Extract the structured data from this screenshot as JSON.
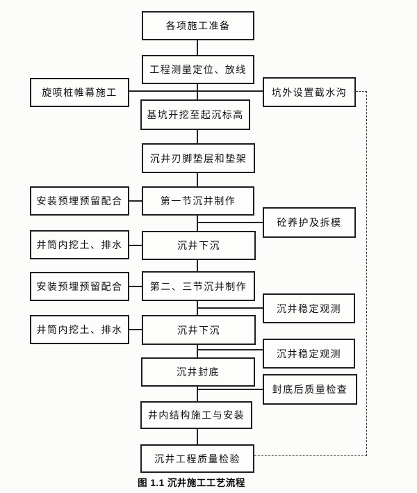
{
  "figure": {
    "caption": "图 1.1 沉井施工工艺流程"
  },
  "flowchart": {
    "type": "flowchart",
    "direction": "top-to-bottom",
    "main_steps": [
      "各项施工准备",
      "工程测量定位、放线",
      "基坑开挖至起沉标高",
      "沉井刃脚垫层和垫架",
      "第一节沉井制作",
      "沉井下沉",
      "第二、三节沉井制作",
      "沉井下沉",
      "沉井封底",
      "井内结构施工与安装",
      "沉井工程质量检验"
    ],
    "left_side_boxes": [
      "旋喷桩帷幕施工",
      "安装预埋预留配合",
      "井筒内挖土、排水",
      "安装预埋预留配合",
      "井筒内挖土、排水"
    ],
    "right_side_boxes": [
      "坑外设置截水沟",
      "砼养护及拆模",
      "沉井稳定观测",
      "沉井稳定观测",
      "封底后质量检查"
    ],
    "dashed_link": {
      "from": "坑外设置截水沟",
      "to": "沉井工程质量检验",
      "style": "dashed"
    }
  },
  "colors": {
    "background": "#fcfcfa",
    "box_border": "#1e1e1e",
    "line": "#232323",
    "text": "#0f0f0f"
  }
}
